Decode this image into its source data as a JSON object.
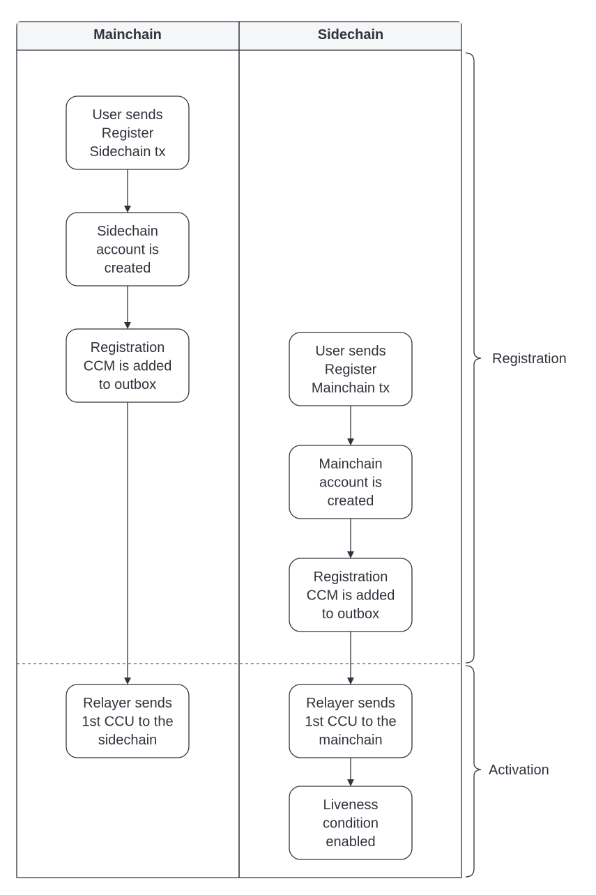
{
  "lanes": [
    {
      "id": "mainchain",
      "title": "Mainchain"
    },
    {
      "id": "sidechain",
      "title": "Sidechain"
    }
  ],
  "phases": [
    {
      "id": "registration",
      "label": "Registration"
    },
    {
      "id": "activation",
      "label": "Activation"
    }
  ],
  "nodes": [
    {
      "id": "m1",
      "lane": "mainchain",
      "lines": [
        "User sends",
        "Register",
        "Sidechain tx"
      ]
    },
    {
      "id": "m2",
      "lane": "mainchain",
      "lines": [
        "Sidechain",
        "account is",
        "created"
      ]
    },
    {
      "id": "m3",
      "lane": "mainchain",
      "lines": [
        "Registration",
        "CCM is added",
        "to outbox"
      ]
    },
    {
      "id": "m4",
      "lane": "mainchain",
      "lines": [
        "Relayer sends",
        "1st CCU to the",
        "sidechain"
      ]
    },
    {
      "id": "s1",
      "lane": "sidechain",
      "lines": [
        "User sends",
        "Register",
        "Mainchain tx"
      ]
    },
    {
      "id": "s2",
      "lane": "sidechain",
      "lines": [
        "Mainchain",
        "account is",
        "created"
      ]
    },
    {
      "id": "s3",
      "lane": "sidechain",
      "lines": [
        "Registration",
        "CCM is added",
        "to outbox"
      ]
    },
    {
      "id": "s4",
      "lane": "sidechain",
      "lines": [
        "Relayer sends",
        "1st CCU to the",
        "mainchain"
      ]
    },
    {
      "id": "s5",
      "lane": "sidechain",
      "lines": [
        "Liveness",
        "condition",
        "enabled"
      ]
    }
  ],
  "edges": [
    {
      "from": "m1",
      "to": "m2"
    },
    {
      "from": "m2",
      "to": "m3"
    },
    {
      "from": "m3",
      "to": "m4"
    },
    {
      "from": "s1",
      "to": "s2"
    },
    {
      "from": "s2",
      "to": "s3"
    },
    {
      "from": "s3",
      "to": "s4"
    },
    {
      "from": "s4",
      "to": "s5"
    }
  ],
  "colors": {
    "stroke": "#2f343c",
    "header_bg": "#f5f6f8",
    "box_bg": "#ffffff",
    "text": "#2f343c"
  }
}
